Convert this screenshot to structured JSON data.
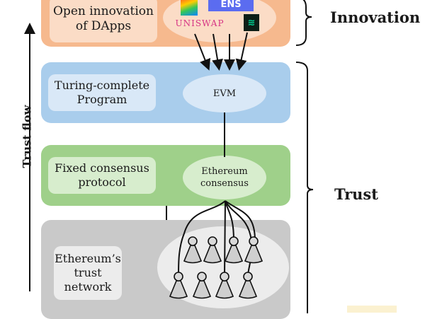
{
  "diagram": {
    "trust_flow_label": "Trust flow",
    "layers": {
      "innovation": {
        "box_label": "Open innovation of DApps",
        "logos": {
          "ens": "ENS",
          "uniswap": "UNISWAP",
          "compound": "≋",
          "rainbow": ""
        }
      },
      "evm": {
        "box_label": "Turing-complete Program",
        "ellipse_label": "EVM"
      },
      "consensus": {
        "box_label": "Fixed consensus protocol",
        "ellipse_label": "Ethereum consensus"
      },
      "network": {
        "box_label": "Ethereum’s trust network",
        "node_count": 8
      }
    },
    "braces": {
      "innovation": "Innovation",
      "trust": "Trust"
    }
  },
  "colors": {
    "innovation": "#f6b98e",
    "evm": "#a9cdec",
    "consensus": "#9fd08a",
    "network": "#c9c9c9"
  }
}
